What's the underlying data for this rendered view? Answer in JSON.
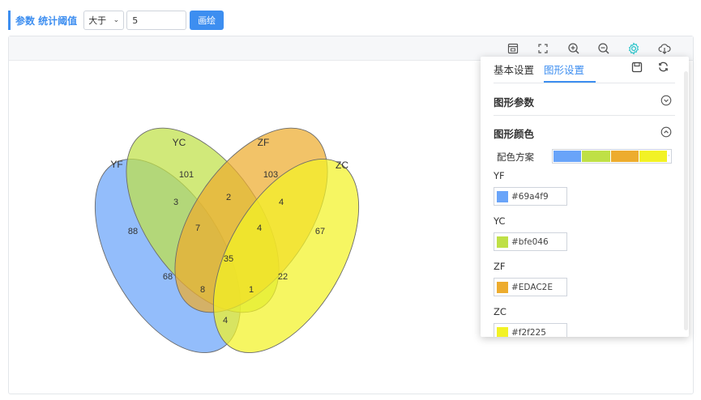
{
  "filter": {
    "title": "参数 统计阈值",
    "operator": "大于",
    "value": "5",
    "button_label": "画绘"
  },
  "toolbar": {
    "icons": [
      "data-view-icon",
      "fullscreen-icon",
      "zoom-in-icon",
      "zoom-out-icon",
      "settings-icon",
      "download-icon"
    ]
  },
  "chart_data": {
    "type": "venn",
    "sets": [
      {
        "name": "YF",
        "color": "#69a4f9"
      },
      {
        "name": "YC",
        "color": "#bfe046"
      },
      {
        "name": "ZF",
        "color": "#EDAC2E"
      },
      {
        "name": "ZC",
        "color": "#f2f225"
      }
    ],
    "regions": [
      {
        "sets": [
          "YF"
        ],
        "value": 88
      },
      {
        "sets": [
          "YC"
        ],
        "value": 101
      },
      {
        "sets": [
          "ZF"
        ],
        "value": 103
      },
      {
        "sets": [
          "ZC"
        ],
        "value": 67
      },
      {
        "sets": [
          "YF",
          "YC"
        ],
        "value": 3
      },
      {
        "sets": [
          "YC",
          "ZF"
        ],
        "value": 2
      },
      {
        "sets": [
          "ZF",
          "ZC"
        ],
        "value": 4
      },
      {
        "sets": [
          "YF",
          "YC",
          "ZF"
        ],
        "value": 7
      },
      {
        "sets": [
          "YC",
          "ZF",
          "ZC"
        ],
        "value": 4
      },
      {
        "sets": [
          "YF",
          "YC",
          "ZF",
          "ZC"
        ],
        "value": 35
      },
      {
        "sets": [
          "YF",
          "ZF"
        ],
        "value": 68
      },
      {
        "sets": [
          "YC",
          "ZC"
        ],
        "value": 22
      },
      {
        "sets": [
          "YF",
          "ZF",
          "ZC"
        ],
        "value": 8
      },
      {
        "sets": [
          "YF",
          "YC",
          "ZC"
        ],
        "value": 1
      },
      {
        "sets": [
          "YF",
          "ZC"
        ],
        "value": 4
      }
    ]
  },
  "settings": {
    "tabs": [
      "基本设置",
      "图形设置"
    ],
    "active_tab": "图形设置",
    "sections": [
      {
        "title": "图形参数",
        "expanded": false
      },
      {
        "title": "图形颜色",
        "expanded": true
      }
    ],
    "scheme_label": "配色方案",
    "scheme_colors": [
      "#69a4f9",
      "#bfe046",
      "#EDAC2E",
      "#f2f225"
    ],
    "color_fields": [
      {
        "label": "YF",
        "value": "#69a4f9"
      },
      {
        "label": "YC",
        "value": "#bfe046"
      },
      {
        "label": "ZF",
        "value": "#EDAC2E"
      },
      {
        "label": "ZC",
        "value": "#f2f225"
      }
    ]
  }
}
